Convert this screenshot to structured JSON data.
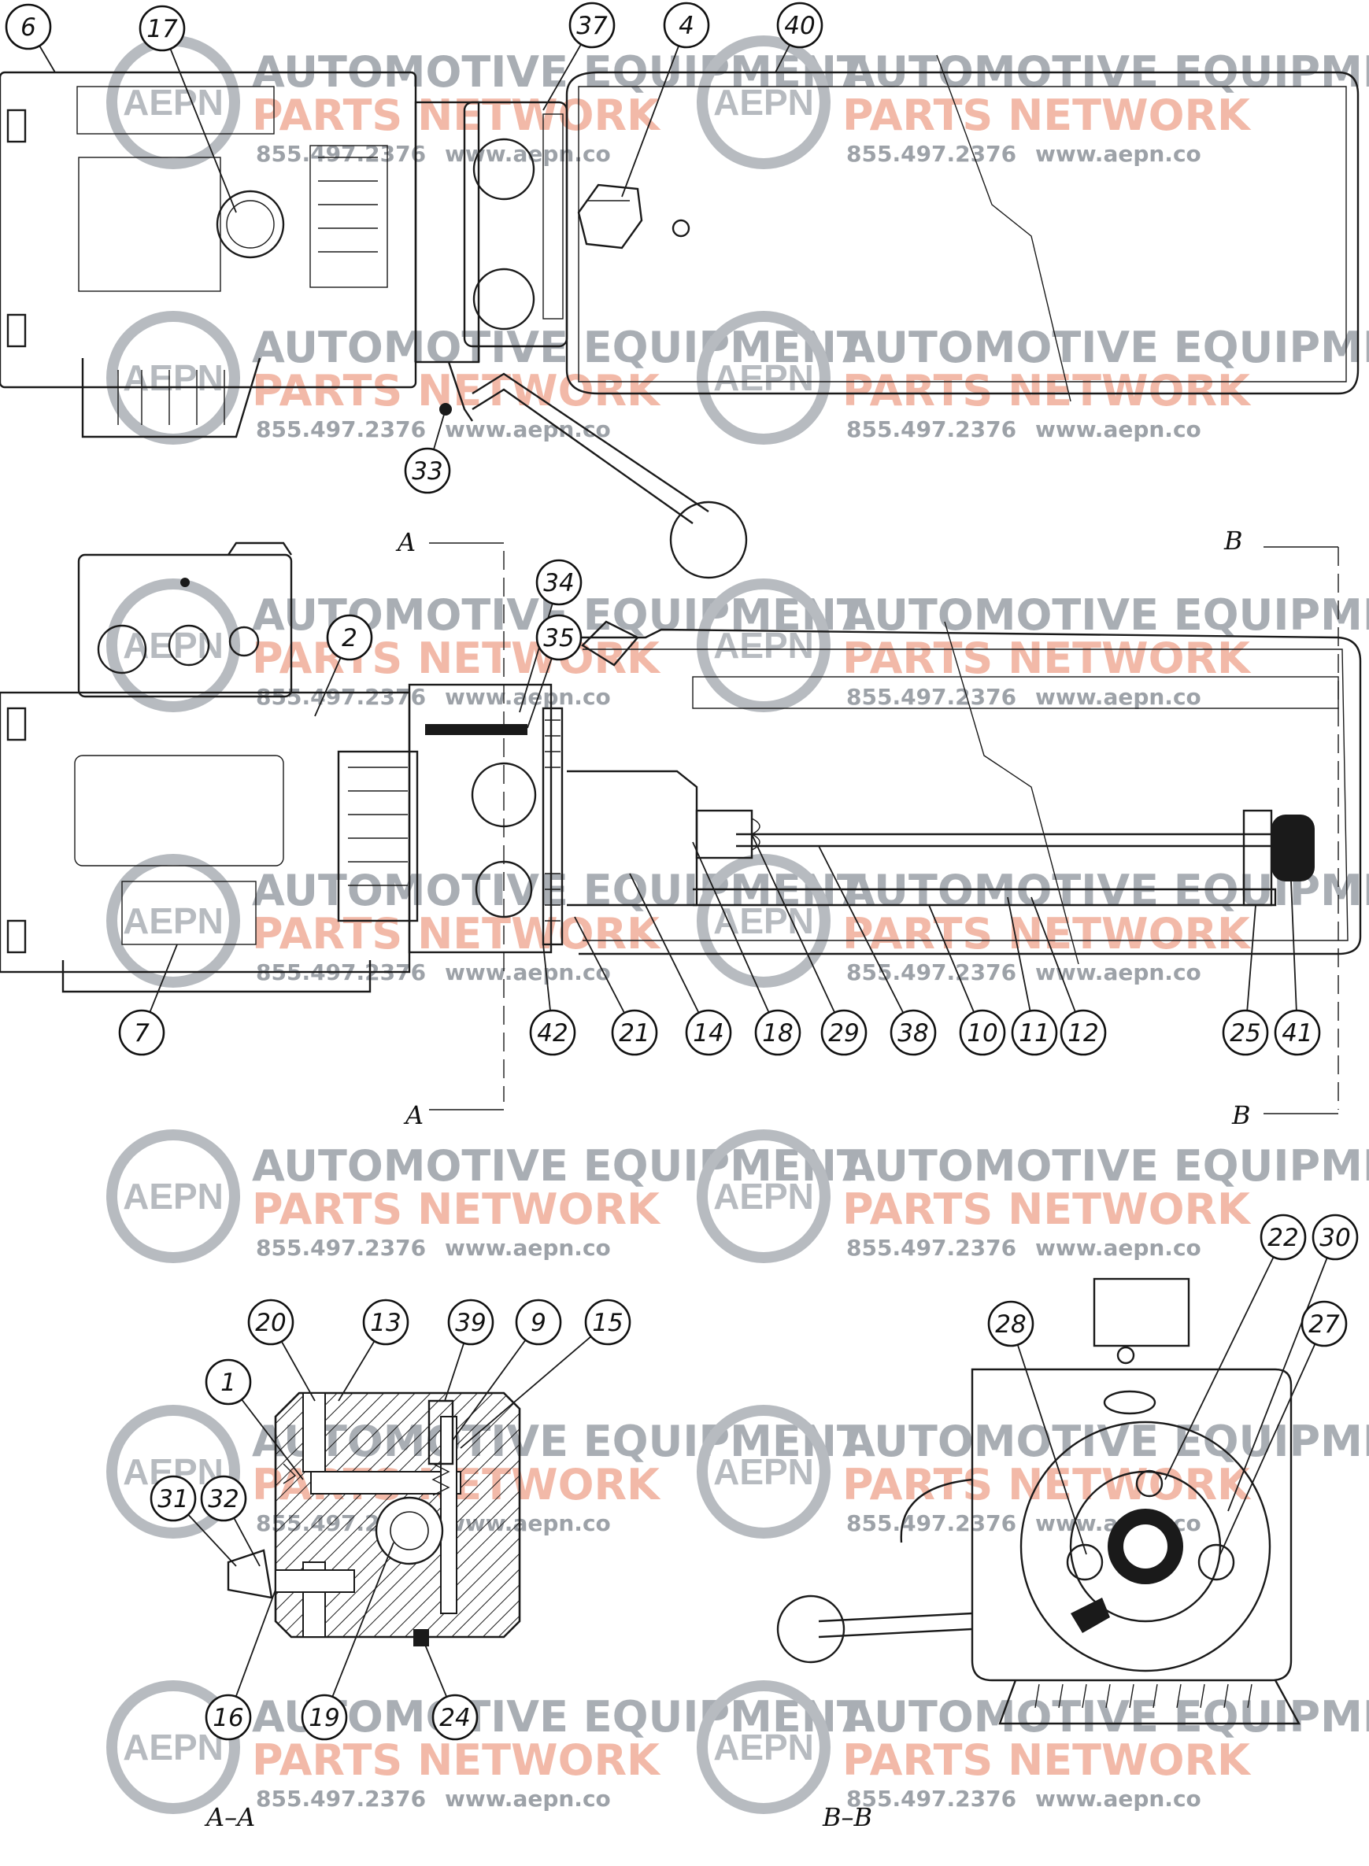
{
  "diagram": {
    "callouts": {
      "top": [
        "6",
        "17",
        "37",
        "4",
        "40",
        "33"
      ],
      "middle": [
        "2",
        "34",
        "35",
        "7",
        "42",
        "21",
        "14",
        "18",
        "29",
        "38",
        "10",
        "11",
        "12",
        "25",
        "41"
      ],
      "section_aa": [
        "20",
        "13",
        "39",
        "9",
        "15",
        "1",
        "31",
        "32",
        "16",
        "19",
        "24"
      ],
      "section_bb": [
        "22",
        "30",
        "28",
        "27"
      ]
    },
    "section_marks": {
      "a_top": "A",
      "a_bottom": "A",
      "b_top": "B",
      "b_bottom": "B",
      "view_aa": "A–A",
      "view_bb": "B–B"
    }
  },
  "watermark": {
    "line1": "AUTOMOTIVE EQUIPMENT",
    "line2": "PARTS NETWORK",
    "phone": "855.497.2376",
    "url": "www.aepn.co",
    "logo": "AEPN",
    "colors": {
      "gray": "#a9aeb4",
      "salmon": "#f2b9a8"
    }
  }
}
